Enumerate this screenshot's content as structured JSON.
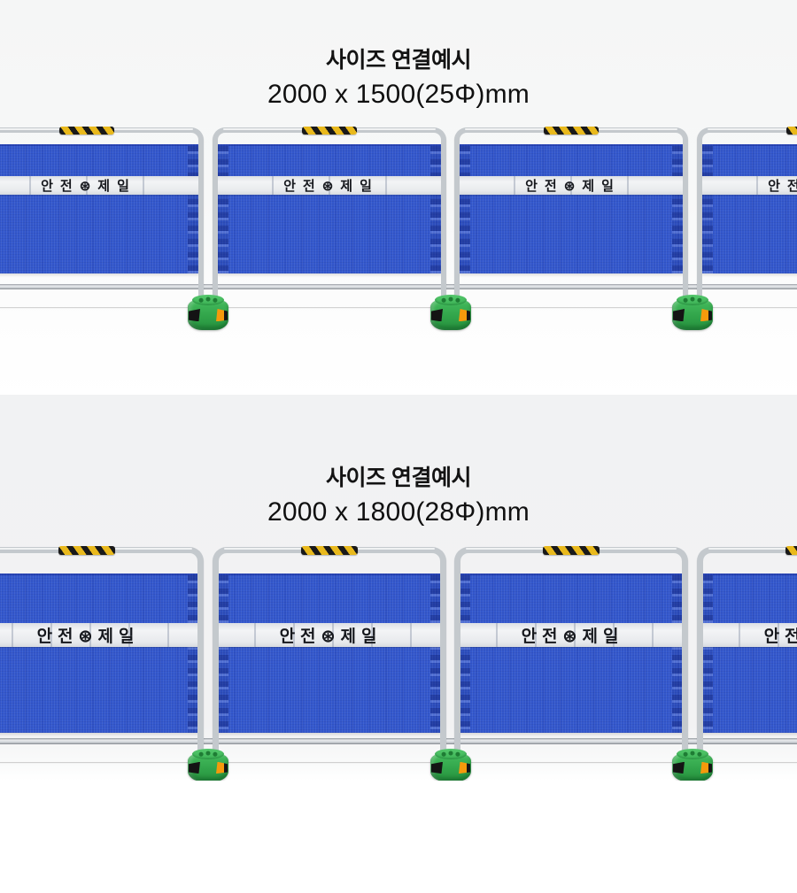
{
  "sections": [
    {
      "title": "사이즈 연결예시",
      "dimension": "2000 x 1500(25Φ)mm"
    },
    {
      "title": "사이즈 연결예시",
      "dimension": "2000 x 1800(28Φ)mm"
    }
  ],
  "fence": {
    "banner_text": "안전⊛제일",
    "panel_count_visible": 4,
    "base_count_visible": 3,
    "colors": {
      "mesh_blue": "#3357cc",
      "banner_white": "#edeff2",
      "frame_silver": "#c4c9cd",
      "hazard_yellow": "#e9b91c",
      "hazard_black": "#191919",
      "base_green": "#3cb355",
      "reflector_orange": "#f59a0c",
      "reflector_black": "#141414",
      "section_top_bg": "#f6f7f7",
      "section_bottom_bg": "#f2f2f3"
    }
  }
}
